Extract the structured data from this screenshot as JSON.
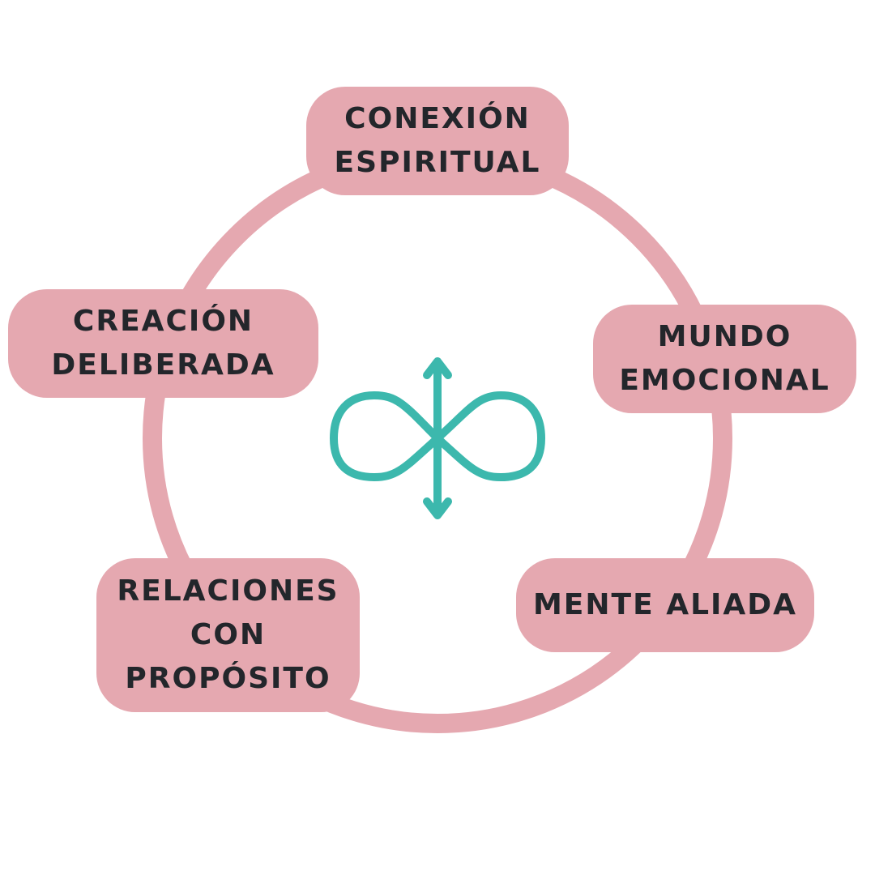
{
  "colors": {
    "background": "#ffffff",
    "ring": "#e5a8b0",
    "node_fill": "#e5a8b0",
    "node_text": "#23262b",
    "center_icon": "#3cb8ad"
  },
  "center_icon": {
    "name": "infinity-with-vertical-double-arrow-icon"
  },
  "nodes": [
    {
      "id": "conexion-espiritual",
      "lines": [
        "CONEXIÓN",
        "ESPIRITUAL"
      ]
    },
    {
      "id": "mundo-emocional",
      "lines": [
        "MUNDO",
        "EMOCIONAL"
      ]
    },
    {
      "id": "mente-aliada",
      "lines": [
        "MENTE ALIADA"
      ]
    },
    {
      "id": "relaciones-con-proposito",
      "lines": [
        "RELACIONES",
        "CON",
        "PROPÓSITO"
      ]
    },
    {
      "id": "creacion-deliberada",
      "lines": [
        "CREACIÓN",
        "DELIBERADA"
      ]
    }
  ]
}
